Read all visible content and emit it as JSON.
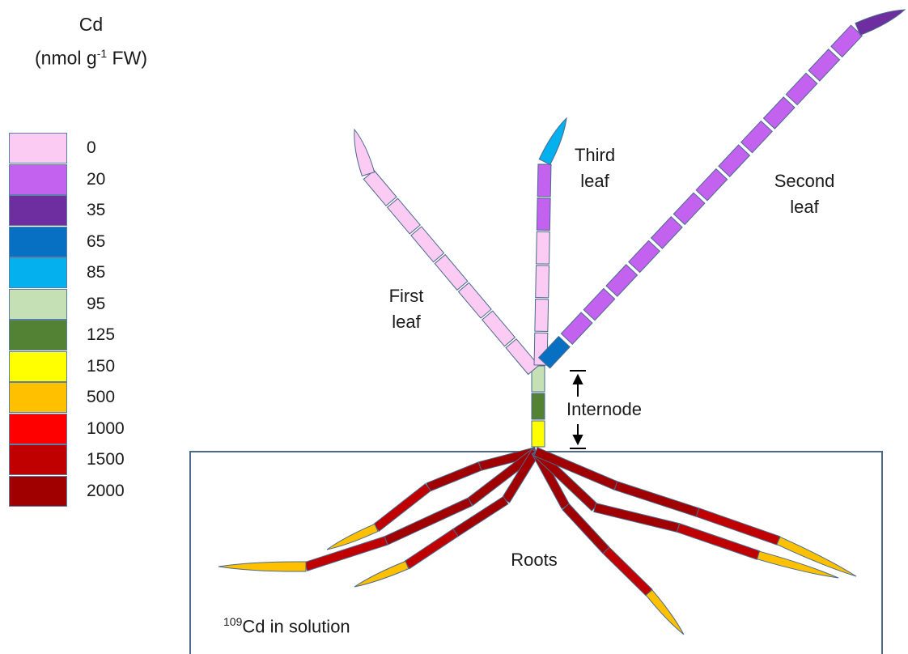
{
  "legend": {
    "title": "Cd",
    "unit_main": "(nmol g",
    "unit_sup": "-1",
    "unit_end": " FW)",
    "items": [
      {
        "value": "0",
        "color": "#fccbf3"
      },
      {
        "value": "20",
        "color": "#c362ee"
      },
      {
        "value": "35",
        "color": "#6f2e9f"
      },
      {
        "value": "65",
        "color": "#0870c2"
      },
      {
        "value": "85",
        "color": "#05b0ef"
      },
      {
        "value": "95",
        "color": "#c6e0b6"
      },
      {
        "value": "125",
        "color": "#548235"
      },
      {
        "value": "150",
        "color": "#ffff00"
      },
      {
        "value": "500",
        "color": "#ffc000"
      },
      {
        "value": "1000",
        "color": "#ff0000"
      },
      {
        "value": "1500",
        "color": "#c00000"
      },
      {
        "value": "2000",
        "color": "#a00000"
      }
    ]
  },
  "labels": {
    "first_leaf_1": "First",
    "first_leaf_2": "leaf",
    "third_leaf_1": "Third",
    "third_leaf_2": "leaf",
    "second_leaf_1": "Second",
    "second_leaf_2": "leaf",
    "internode": "Internode",
    "roots": "Roots",
    "solution_sup": "109",
    "solution_text": "Cd in solution"
  }
}
